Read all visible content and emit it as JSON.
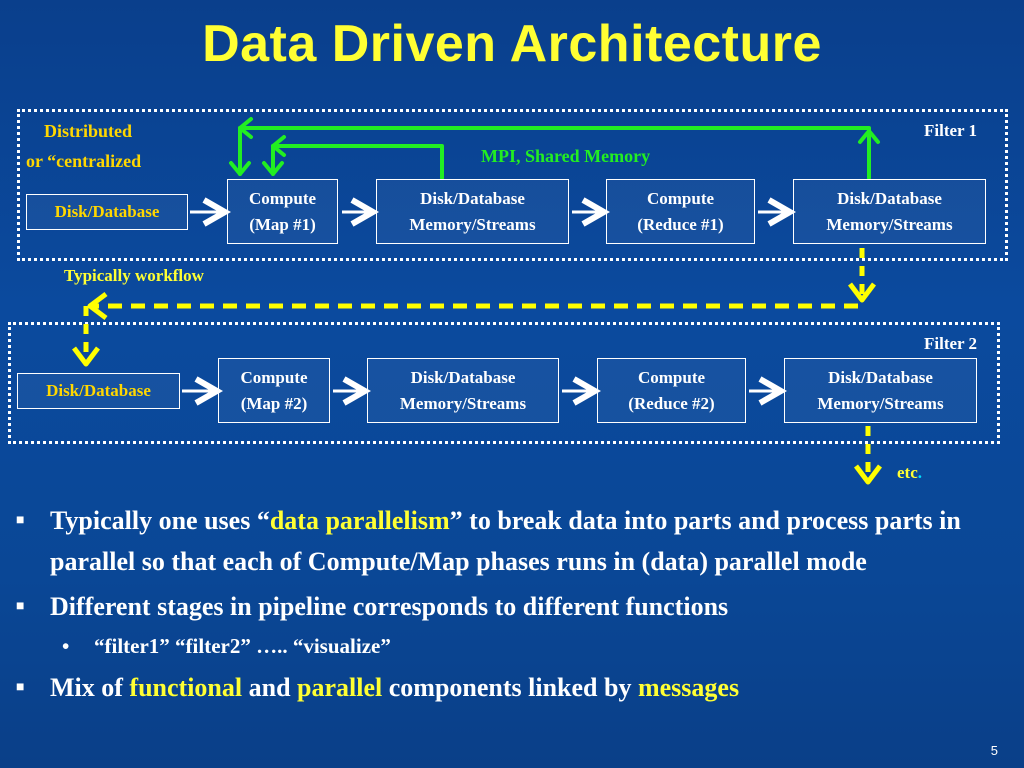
{
  "title": "Data Driven Architecture",
  "diagram": {
    "filter1_label": "Filter 1",
    "filter2_label": "Filter 2",
    "distributed_line1": "Distributed",
    "distributed_line2": "or “centralized",
    "mpi_label": "MPI,  Shared Memory",
    "workflow_label": "Typically workflow",
    "etc_label": "etc",
    "row1": {
      "source": "Disk/Database",
      "compute_map": [
        "Compute",
        "(Map #1)"
      ],
      "store1": [
        "Disk/Database",
        "Memory/Streams"
      ],
      "compute_reduce": [
        "Compute",
        "(Reduce  #1)"
      ],
      "store2": [
        "Disk/Database",
        "Memory/Streams"
      ]
    },
    "row2": {
      "source": "Disk/Database",
      "compute_map": [
        "Compute",
        "(Map #2)"
      ],
      "store1": [
        "Disk/Database",
        "Memory/Streams"
      ],
      "compute_reduce": [
        "Compute",
        "(Reduce  #2)"
      ],
      "store2": [
        "Disk/Database",
        "Memory/Streams"
      ]
    },
    "colors": {
      "green": "#22ee22",
      "yellow": "#ffff00",
      "gold": "#ffd700"
    }
  },
  "bullets": {
    "b1": {
      "pre": "Typically one uses “",
      "hl": "data parallelism",
      "post": "” to break data into parts and process parts in parallel so that each of Compute/Map phases runs in (data) parallel mode"
    },
    "b2": "Different stages in pipeline corresponds to different functions",
    "b2_sub": "“filter1”  “filter2” ….. “visualize”",
    "b3": {
      "p1": "Mix of ",
      "h1": "functional",
      "p2": " and ",
      "h2": "parallel",
      "p3": " components linked by ",
      "h3": "messages"
    },
    "marker": "■",
    "sub_marker": "•"
  },
  "page_number": "5"
}
